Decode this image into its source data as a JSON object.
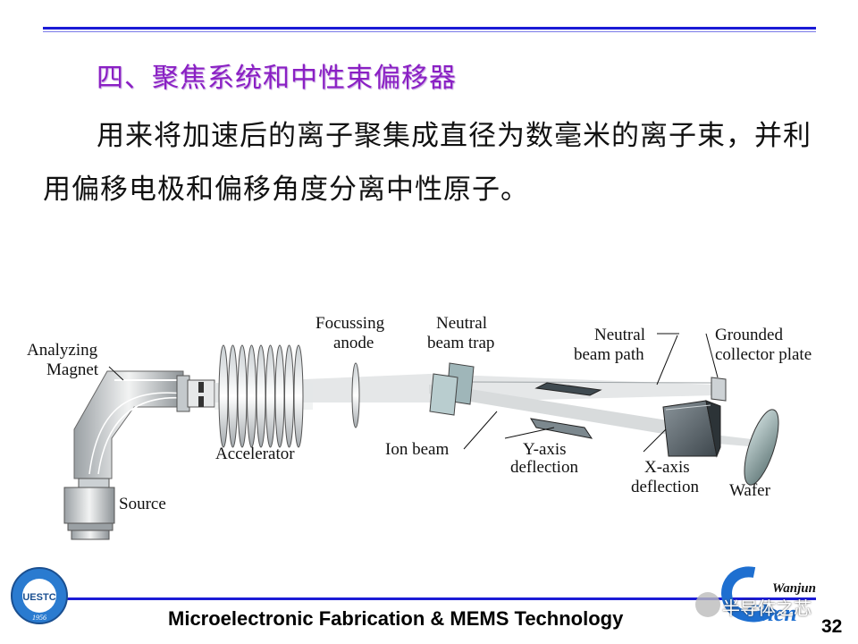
{
  "slide": {
    "heading": "四、聚焦系统和中性束偏移器",
    "body_line1": "用来将加速后的离子聚集成直径为数毫米的离子束，并利",
    "body_line2": "用偏移电极和偏移角度分离中性原子。",
    "page_number": "32",
    "footer": "Microelectronic Fabrication & MEMS Technology"
  },
  "diagram_labels": {
    "analyzing_1": "Analyzing",
    "analyzing_2": "Magnet",
    "source": "Source",
    "accelerator": "Accelerator",
    "focus_1": "Focussing",
    "focus_2": "anode",
    "trap_1": "Neutral",
    "trap_2": "beam trap",
    "ion_beam": "Ion beam",
    "yaxis_1": "Y-axis",
    "yaxis_2": "deflection",
    "xaxis_1": "X-axis",
    "xaxis_2": "deflection",
    "npath_1": "Neutral",
    "npath_2": "beam path",
    "ground_1": "Grounded",
    "ground_2": "collector plate",
    "wafer": "Wafer"
  },
  "logos": {
    "left_text": "UESTC",
    "left_year": "1956",
    "right_name": "Wanjun",
    "right_big": "Chen",
    "wechat": "半导体之芯"
  },
  "colors": {
    "rule_blue": "#1b1bd6",
    "heading_purple": "#8a1fc4"
  }
}
